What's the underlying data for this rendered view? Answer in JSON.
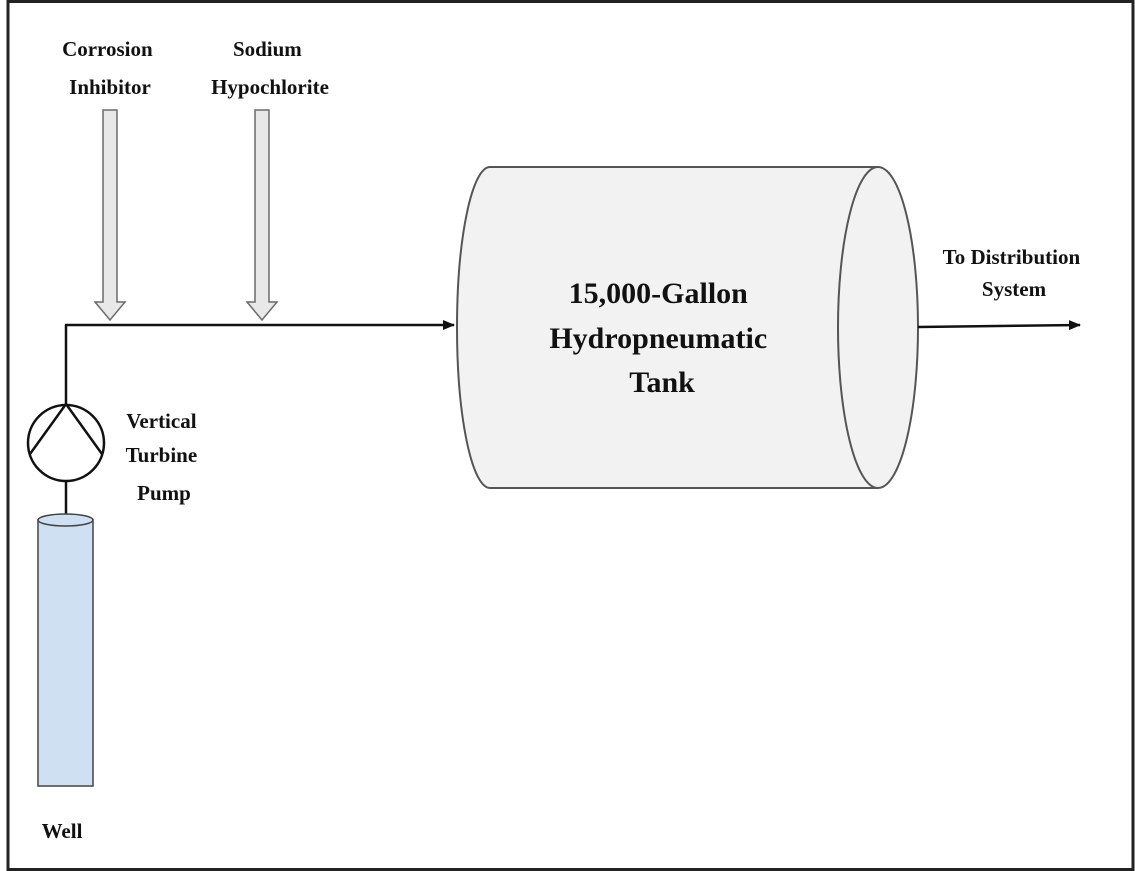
{
  "inputs": {
    "corrosion_inhibitor": [
      "Corrosion",
      "Inhibitor"
    ],
    "sodium_hypochlorite": [
      "Sodium",
      "Hypochlorite"
    ]
  },
  "tank": {
    "lines": [
      "15,000-Gallon",
      "Hydropneumatic",
      "Tank"
    ]
  },
  "output": {
    "lines": [
      "To Distribution",
      "System"
    ]
  },
  "pump": {
    "lines": [
      "Vertical",
      "Turbine",
      "Pump"
    ]
  },
  "well": {
    "label": "Well"
  },
  "colors": {
    "line": "#111111",
    "chemical_arrow_fill": "#e8e8e8",
    "chemical_arrow_stroke": "#6b6b6b",
    "tank_fill": "#f2f2f2",
    "tank_stroke": "#555555",
    "well_fill": "#cfe0f2",
    "well_stroke": "#444444"
  }
}
